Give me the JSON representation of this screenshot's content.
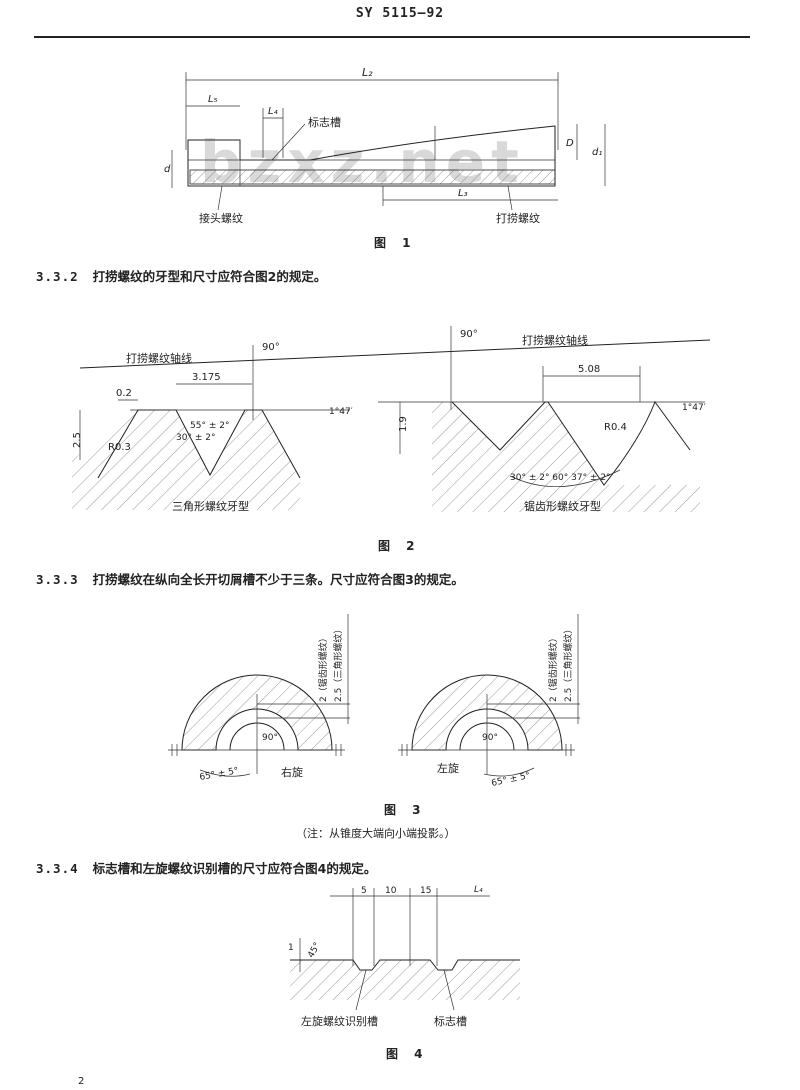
{
  "header": {
    "standard_no": "SY 5115—92"
  },
  "watermark": "bzxz.net",
  "figure1": {
    "caption": "图  1",
    "labels": {
      "L2": "L₂",
      "L3": "L₃",
      "L4": "L₄",
      "L5": "L₅",
      "d": "d",
      "D": "D",
      "d1": "d₁",
      "mark_groove": "标志槽",
      "joint_thread": "接头螺纹",
      "fishing_thread": "打捞螺纹"
    }
  },
  "section_332": {
    "number": "3.3.2",
    "text": "打捞螺纹的牙型和尺寸应符合图2的规定。"
  },
  "figure2": {
    "caption": "图  2",
    "labels": {
      "axis_left": "打捞螺纹轴线",
      "axis_right": "打捞螺纹轴线",
      "angle_90_left": "90°",
      "angle_90_right": "90°",
      "pitch_left": "3.175",
      "pitch_right": "5.08",
      "crest": "0.2",
      "height_left": "2.5",
      "height_right": "1.9",
      "radius_left": "R0.3",
      "radius_right": "R0.4",
      "taper_left": "1°47′",
      "taper_right": "1°47′",
      "angle_left_1": "55° ± 2°",
      "angle_left_2": "30° ± 2°",
      "angle_right": "30° ± 2°  60° 37° ± 2°",
      "profile_left": "三角形螺纹牙型",
      "profile_right": "锯齿形螺纹牙型"
    }
  },
  "section_333": {
    "number": "3.3.3",
    "text": "打捞螺纹在纵向全长开切屑槽不少于三条。尺寸应符合图3的规定。"
  },
  "figure3": {
    "caption": "图  3",
    "note": "（注：从锥度大端向小端投影。）",
    "labels": {
      "dim_left_1": "2（锯齿形螺纹）",
      "dim_left_2": "2.5（三角形螺纹）",
      "dim_right_1": "2（锯齿形螺纹）",
      "dim_right_2": "2.5（三角形螺纹）",
      "angle_90_left": "90°",
      "angle_90_right": "90°",
      "angle_65_left": "65° ± 5°",
      "angle_65_right": "65° ± 5°",
      "right_hand": "右旋",
      "left_hand": "左旋"
    }
  },
  "section_334": {
    "number": "3.3.4",
    "text": "标志槽和左旋螺纹识别槽的尺寸应符合图4的规定。"
  },
  "figure4": {
    "caption": "图  4",
    "labels": {
      "w5": "5",
      "w10": "10",
      "w15": "15",
      "L4": "L₄",
      "depth": "1",
      "angle": "45°",
      "left_groove": "左旋螺纹识别槽",
      "mark_groove": "标志槽"
    }
  },
  "page_number": "2"
}
